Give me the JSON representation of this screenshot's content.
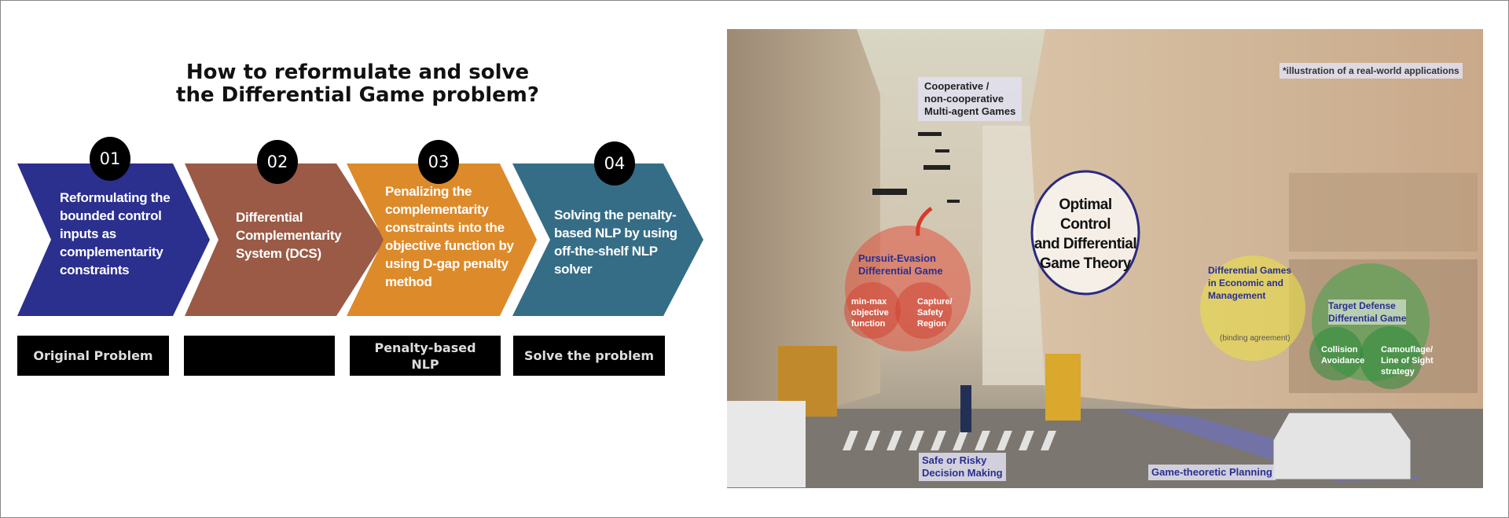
{
  "left_panel": {
    "title": "How to reformulate and solve\nthe Differential Game problem?",
    "steps": [
      {
        "number": "01",
        "text": "Reformulating the\nbounded control\ninputs as\ncomplementarity\nconstraints",
        "color": "#2b2f8e",
        "box_label": "Original Problem"
      },
      {
        "number": "02",
        "text": "Differential\nComplementarity\nSystem (DCS)",
        "color": "#9a5a45",
        "box_label": ""
      },
      {
        "number": "03",
        "text": "Penalizing the\ncomplementarity\nconstraints into the\nobjective function by\nusing D-gap penalty\nmethod",
        "color": "#dd8a2a",
        "box_label": "Penalty-based\nNLP"
      },
      {
        "number": "04",
        "text": "Solving the penalty-\nbased NLP by using\noff-the-shelf NLP\nsolver",
        "color": "#356d87",
        "box_label": "Solve the problem"
      }
    ]
  },
  "right_panel": {
    "note": "*illustration of a real-world applications",
    "center": "Optimal Control\nand Differential\nGame Theory",
    "cooperative": "Cooperative /\nnon-cooperative\nMulti-agent Games",
    "pursuit": {
      "title": "Pursuit-Evasion\nDifferential Game",
      "left": "min-max\nobjective\nfunction",
      "right": "Capture/\nSafety\nRegion"
    },
    "economic": {
      "title": "Differential Games\nin Economic and\nManagement",
      "sub": "(binding agreement)"
    },
    "target": {
      "title": "Target Defense\nDifferential Game",
      "left": "Collision\nAvoidance",
      "right": "Camouflage/\nLine of Sight\nstrategy"
    },
    "safe": "Safe or Risky\nDecision Making",
    "planning": "Game-theoretic Planning"
  }
}
